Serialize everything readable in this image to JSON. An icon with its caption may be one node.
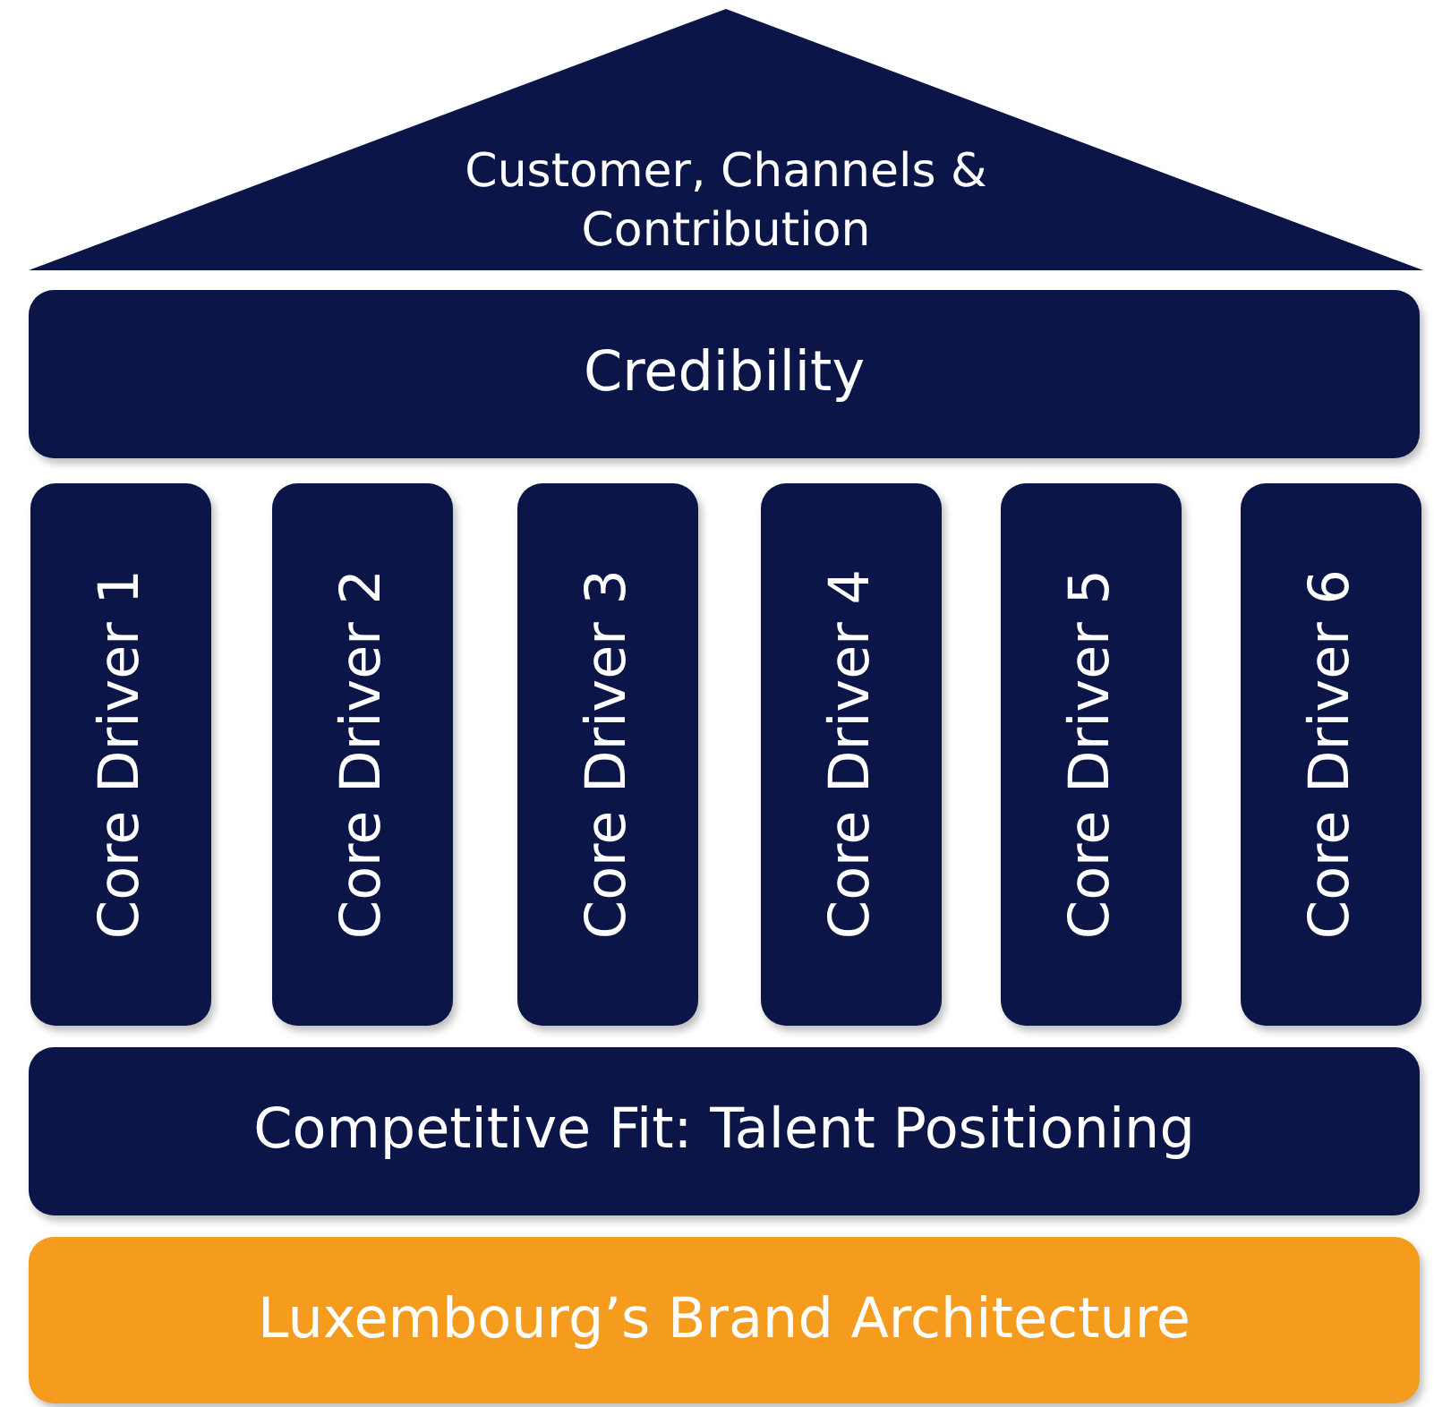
{
  "diagram": {
    "nodes": [
      {
        "text": [
          "Customer, Channels & Contribution"
        ]
      },
      {
        "text": [
          "Credibility"
        ]
      },
      {
        "text": [
          "Core Driver 1"
        ]
      },
      {
        "text": [
          "Core Driver 2"
        ]
      },
      {
        "text": [
          "Core Driver 3"
        ]
      },
      {
        "text": [
          "Core Driver 4"
        ]
      },
      {
        "text": [
          "Core Driver 5"
        ]
      },
      {
        "text": [
          "Core Driver 6"
        ]
      },
      {
        "text": [
          "Competitive Fit: Talent Positioning"
        ]
      },
      {
        "text": [
          "Luxembourg’s Brand Architecture"
        ]
      }
    ]
  }
}
